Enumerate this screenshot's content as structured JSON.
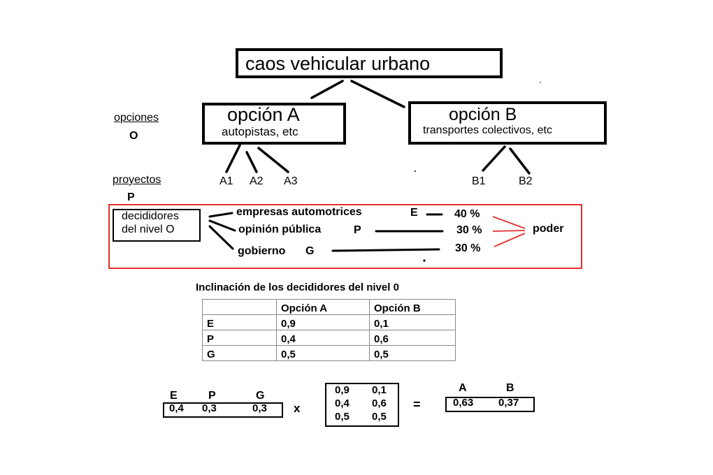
{
  "root": "caos vehicular urbano",
  "opciones_label": "opciones",
  "opciones_symbol": "O",
  "option_a": {
    "title": "opción A",
    "subtitle": "autopistas, etc"
  },
  "option_b": {
    "title": "opción B",
    "subtitle": "transportes colectivos, etc"
  },
  "proyectos_label": "proyectos",
  "proyectos_symbol": "P",
  "projects_a": [
    "A1",
    "A2",
    "A3"
  ],
  "projects_b": [
    "B1",
    "B2"
  ],
  "decidores_box": {
    "line1": "decididores",
    "line2": "del nivel O"
  },
  "actors": [
    {
      "label": "empresas automotrices",
      "symbol": "E",
      "weight": "40 %"
    },
    {
      "label": "opinión pública",
      "symbol": "P",
      "weight": "30 %"
    },
    {
      "label": "gobierno",
      "symbol": "G",
      "weight": "30 %"
    }
  ],
  "power_label": "poder",
  "colors": {
    "red_frame": "#e53030",
    "red_lines": "#e53030",
    "table_border": "#888888"
  },
  "table": {
    "title": "Inclinación de los decididores del nivel 0",
    "headers": [
      "",
      "Opción A",
      "Opción B"
    ],
    "rows": [
      [
        "E",
        "0,9",
        "0,1"
      ],
      [
        "P",
        "0,4",
        "0,6"
      ],
      [
        "G",
        "0,5",
        "0,5"
      ]
    ]
  },
  "equation": {
    "vector_labels": [
      "E",
      "P",
      "G"
    ],
    "vector_values": [
      "0,4",
      "0,3",
      "0,3"
    ],
    "times": "x",
    "matrix": [
      [
        "0,9",
        "0,1"
      ],
      [
        "0,4",
        "0,6"
      ],
      [
        "0,5",
        "0,5"
      ]
    ],
    "equals": "=",
    "result_labels": [
      "A",
      "B"
    ],
    "result_values": [
      "0,63",
      "0,37"
    ]
  }
}
